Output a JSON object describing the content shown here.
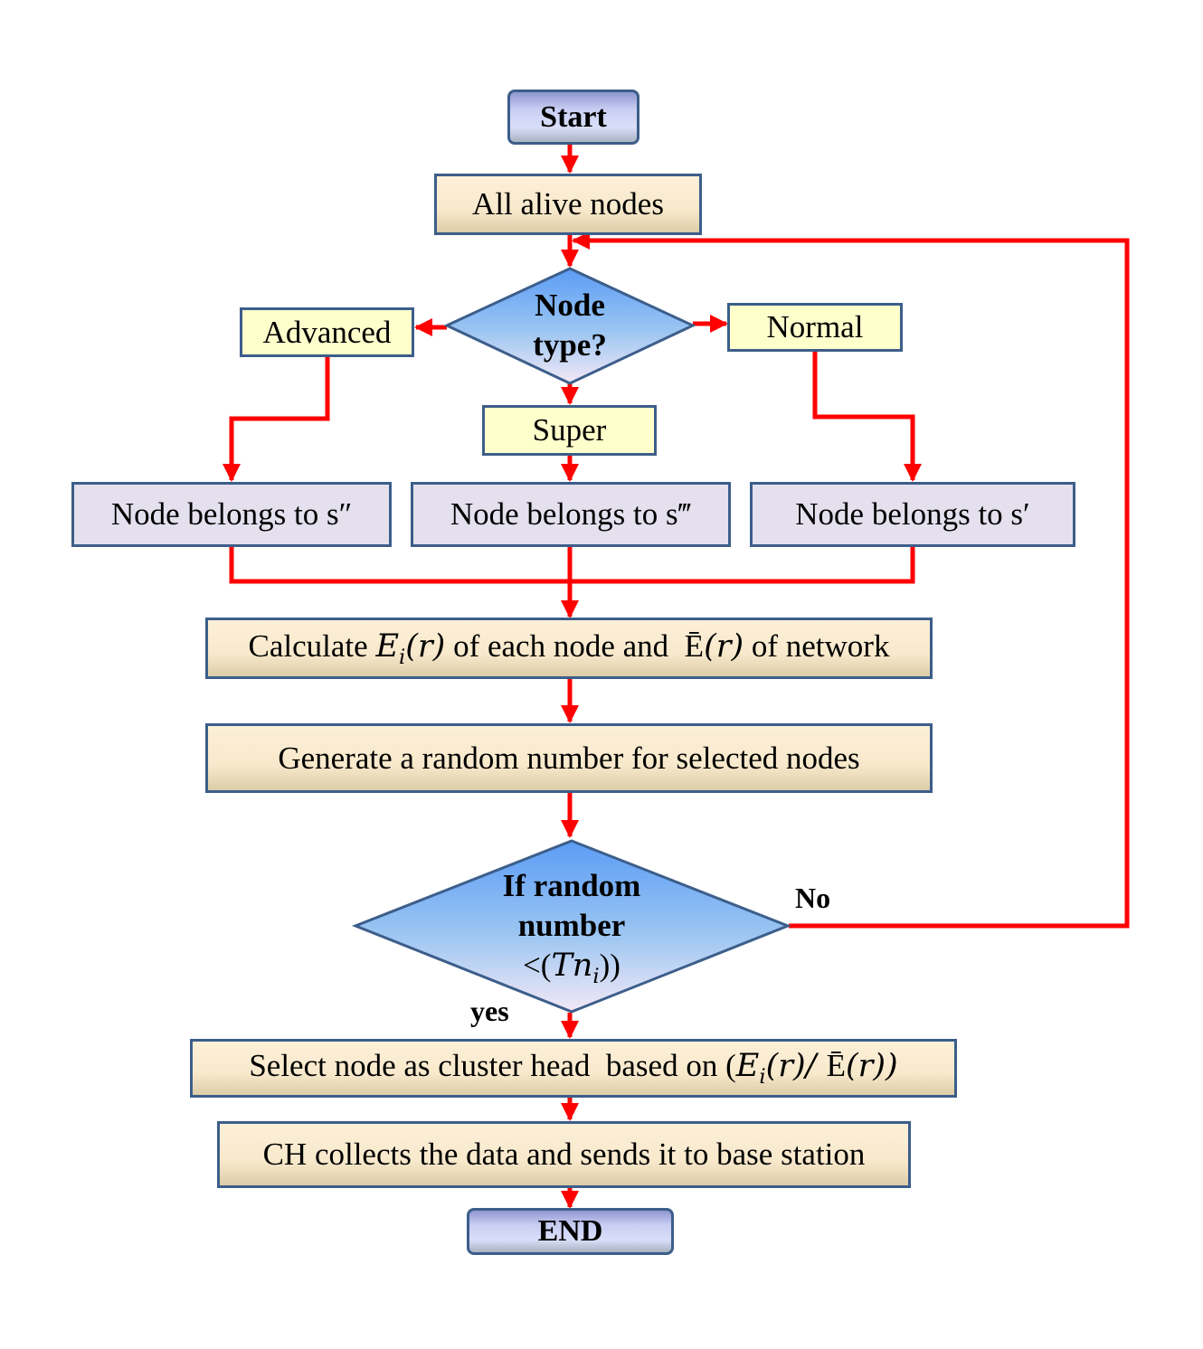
{
  "diagram": {
    "type": "flowchart",
    "colors": {
      "connector": "#ff0000",
      "border": "#3c5e8a",
      "process_fill": "#f8e9cc",
      "label_fill": "#ffffcc",
      "group_fill": "#e4e0ee",
      "decision_fill_top": "#5b9cf5",
      "decision_fill_bottom": "#f3e8f6",
      "terminal_fill": "#d0d6f7"
    },
    "nodes": {
      "start": "Start",
      "all_alive": "All alive nodes",
      "node_type": {
        "line1": "Node",
        "line2": "type?"
      },
      "advanced": "Advanced",
      "normal": "Normal",
      "super": "Super",
      "group_s2": "Node belongs to s″",
      "group_s3": "Node belongs to s‴",
      "group_s1": "Node belongs to s′",
      "calculate": {
        "prefix": "Calculate ",
        "ei": "E",
        "ei_sub": "i",
        "ei_arg": "(r)",
        "middle": " of each node and  ",
        "ebar": "Ē",
        "ebar_arg": "(r)",
        "suffix": " of network"
      },
      "generate": "Generate a random number for selected nodes",
      "random_check": {
        "line1": "If random",
        "line2": "number",
        "line3_prefix": "<(",
        "line3_var": "Tn",
        "line3_sub": "i",
        "line3_suffix": "))"
      },
      "select_ch": {
        "prefix": "Select node as cluster head  based on (",
        "ei": "E",
        "ei_sub": "i",
        "ei_arg": "(r)/ ",
        "ebar": "Ē",
        "ebar_arg": "(r))"
      },
      "ch_collects": "CH collects the data and sends it to base station",
      "end": "END"
    },
    "edge_labels": {
      "no": "No",
      "yes": "yes"
    }
  }
}
